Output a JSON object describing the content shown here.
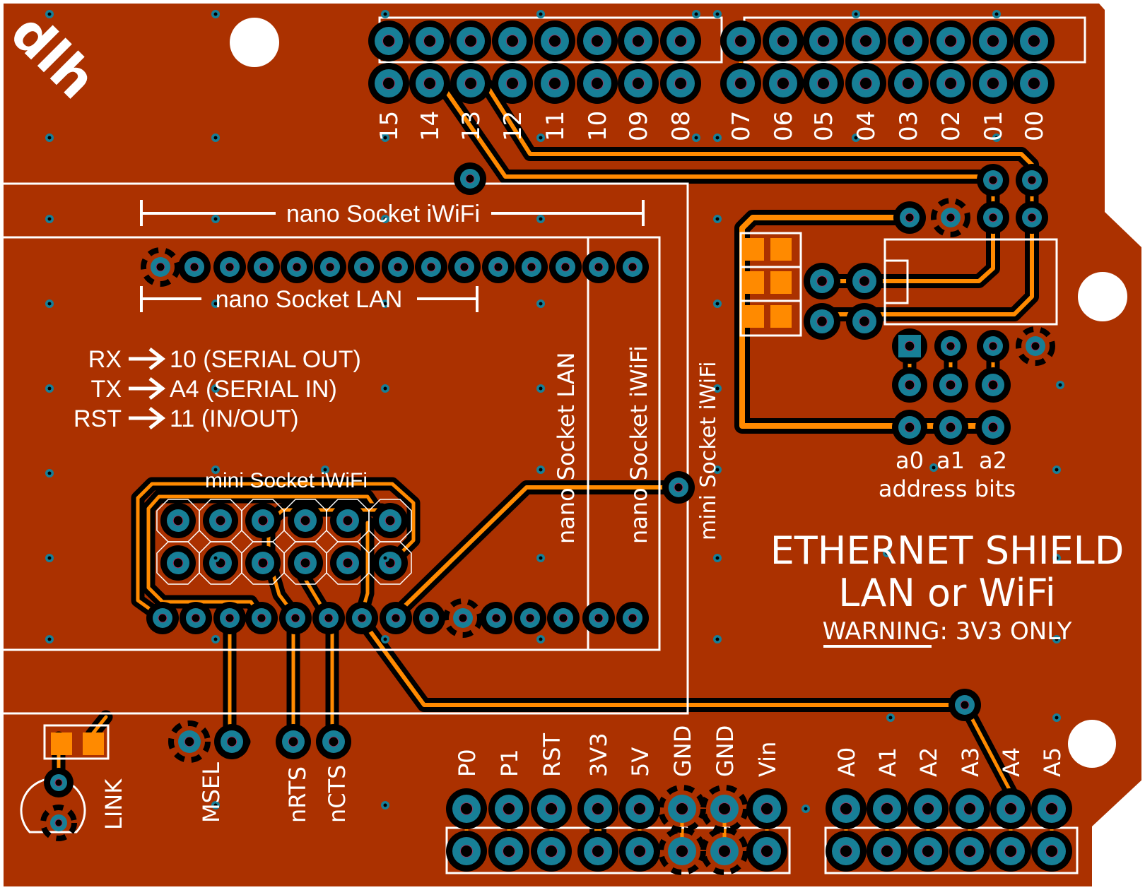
{
  "board": {
    "title": "ETHERNET SHIELD",
    "subtitle": "LAN or WiFi",
    "warning_label": "WARNING",
    "warning_text": ": 3V3 ONLY",
    "logo": "dlh",
    "colors": {
      "substrate": "#ab3100",
      "copper": "#ff8a00",
      "pad": "#177f97",
      "clearance": "#000000",
      "silkscreen": "#ffffff",
      "background": "#ffffff"
    }
  },
  "headers": {
    "digital_high": {
      "labels": [
        "15",
        "14",
        "13",
        "12",
        "11",
        "10",
        "09",
        "08"
      ]
    },
    "digital_low": {
      "labels": [
        "07",
        "06",
        "05",
        "04",
        "03",
        "02",
        "01",
        "00"
      ]
    },
    "power": {
      "labels": [
        "P0",
        "P1",
        "RST",
        "3V3",
        "5V",
        "GND",
        "GND",
        "Vin"
      ]
    },
    "analog": {
      "labels": [
        "A0",
        "A1",
        "A2",
        "A3",
        "A4",
        "A5"
      ]
    }
  },
  "modules": {
    "nano_wifi_label": "nano Socket iWiFi",
    "nano_lan_label": "nano Socket LAN",
    "mini_wifi_label": "mini Socket iWiFi",
    "nano_lan_vertical": "nano Socket LAN",
    "nano_wifi_vertical": "nano Socket iWiFi",
    "mini_wifi_vertical": "mini Socket iWiFi"
  },
  "pin_map": [
    {
      "signal": "RX",
      "target": "10 (SERIAL OUT)"
    },
    {
      "signal": "TX",
      "target": "A4 (SERIAL IN)"
    },
    {
      "signal": "RST",
      "target": "11 (IN/OUT)"
    }
  ],
  "address": {
    "bits": [
      "a0",
      "a1",
      "a2"
    ],
    "caption": "address bits"
  },
  "bottom_pins": {
    "msel": "MSEL",
    "nrts": "nRTS",
    "ncts": "nCTS",
    "link": "LINK"
  }
}
